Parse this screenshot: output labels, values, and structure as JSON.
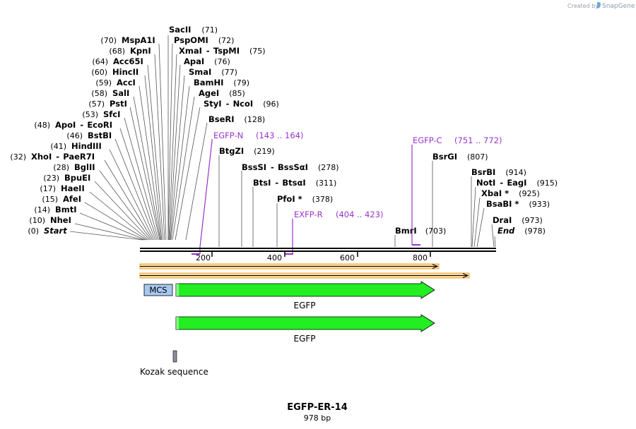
{
  "credit": {
    "prefix": "Created by",
    "brand": "SnapGene"
  },
  "sequence": {
    "name": "EGFP-ER-14",
    "length_label": "978 bp",
    "length": 978
  },
  "axis_ticks": [
    "200",
    "400",
    "600",
    "800"
  ],
  "enzymes_left": [
    {
      "name": "SacII",
      "pos": "(71)"
    },
    {
      "name": "MspA1I",
      "pos": "(70)"
    },
    {
      "name": "KpnI",
      "pos": "(68)"
    },
    {
      "name": "Acc65I",
      "pos": "(64)"
    },
    {
      "name": "HincII",
      "pos": "(60)"
    },
    {
      "name": "AccI",
      "pos": "(59)"
    },
    {
      "name": "SalI",
      "pos": "(58)"
    },
    {
      "name": "PstI",
      "pos": "(57)"
    },
    {
      "name": "SfcI",
      "pos": "(53)"
    },
    {
      "name": "ApoI",
      "name2": "EcoRI",
      "pos": "(48)"
    },
    {
      "name": "BstBI",
      "pos": "(46)"
    },
    {
      "name": "HindIII",
      "pos": "(41)"
    },
    {
      "name": "XhoI",
      "name2": "PaeR7I",
      "pos": "(32)"
    },
    {
      "name": "BglII",
      "pos": "(28)"
    },
    {
      "name": "BpuEI",
      "pos": "(23)"
    },
    {
      "name": "HaeII",
      "pos": "(17)"
    },
    {
      "name": "AfeI",
      "pos": "(15)"
    },
    {
      "name": "BmtI",
      "pos": "(14)"
    },
    {
      "name": "NheI",
      "pos": "(10)"
    },
    {
      "name": "Start",
      "pos": "(0)",
      "italic": true
    }
  ],
  "enzymes_right": [
    {
      "name": "PspOMI",
      "pos": "(72)"
    },
    {
      "name": "XmaI",
      "name2": "TspMI",
      "pos": "(75)"
    },
    {
      "name": "ApaI",
      "pos": "(76)"
    },
    {
      "name": "SmaI",
      "pos": "(77)"
    },
    {
      "name": "BamHI",
      "pos": "(79)"
    },
    {
      "name": "AgeI",
      "pos": "(85)"
    },
    {
      "name": "StyI",
      "name2": "NcoI",
      "pos": "(96)"
    },
    {
      "name": "BseRI",
      "pos": "(128)"
    },
    {
      "name": "BtgZI",
      "pos": "(219)"
    },
    {
      "name": "BssSI",
      "name2": "BssSαI",
      "pos": "(278)"
    },
    {
      "name": "BtsI",
      "name2": "BtsαI",
      "pos": "(311)"
    },
    {
      "name": "PfoI *",
      "pos": "(378)"
    },
    {
      "name": "BmrI",
      "pos": "(703)"
    },
    {
      "name": "BsrGI",
      "pos": "(807)"
    },
    {
      "name": "BsrBI",
      "pos": "(914)"
    },
    {
      "name": "NotI",
      "name2": "EagI",
      "pos": "(915)"
    },
    {
      "name": "XbaI *",
      "pos": "(925)"
    },
    {
      "name": "BsaBI *",
      "pos": "(933)"
    },
    {
      "name": "DraI",
      "pos": "(973)"
    },
    {
      "name": "End",
      "pos": "(978)",
      "italic": true
    }
  ],
  "primers": [
    {
      "name": "EGFP-N",
      "range": "(143 .. 164)"
    },
    {
      "name": "EGFP-C",
      "range": "(751 .. 772)"
    },
    {
      "name": "EXFP-R",
      "range": "(404 .. 423)"
    }
  ],
  "features": [
    {
      "name": "MCS"
    },
    {
      "name": "EGFP"
    },
    {
      "name": "EGFP"
    },
    {
      "name": "Kozak sequence"
    }
  ],
  "colors": {
    "primer": "#9933cc",
    "orf": "#f0a830",
    "feature_arrow": "#22ee22",
    "mcs_box": "#a8c8f0",
    "kozak": "#8a9098"
  }
}
